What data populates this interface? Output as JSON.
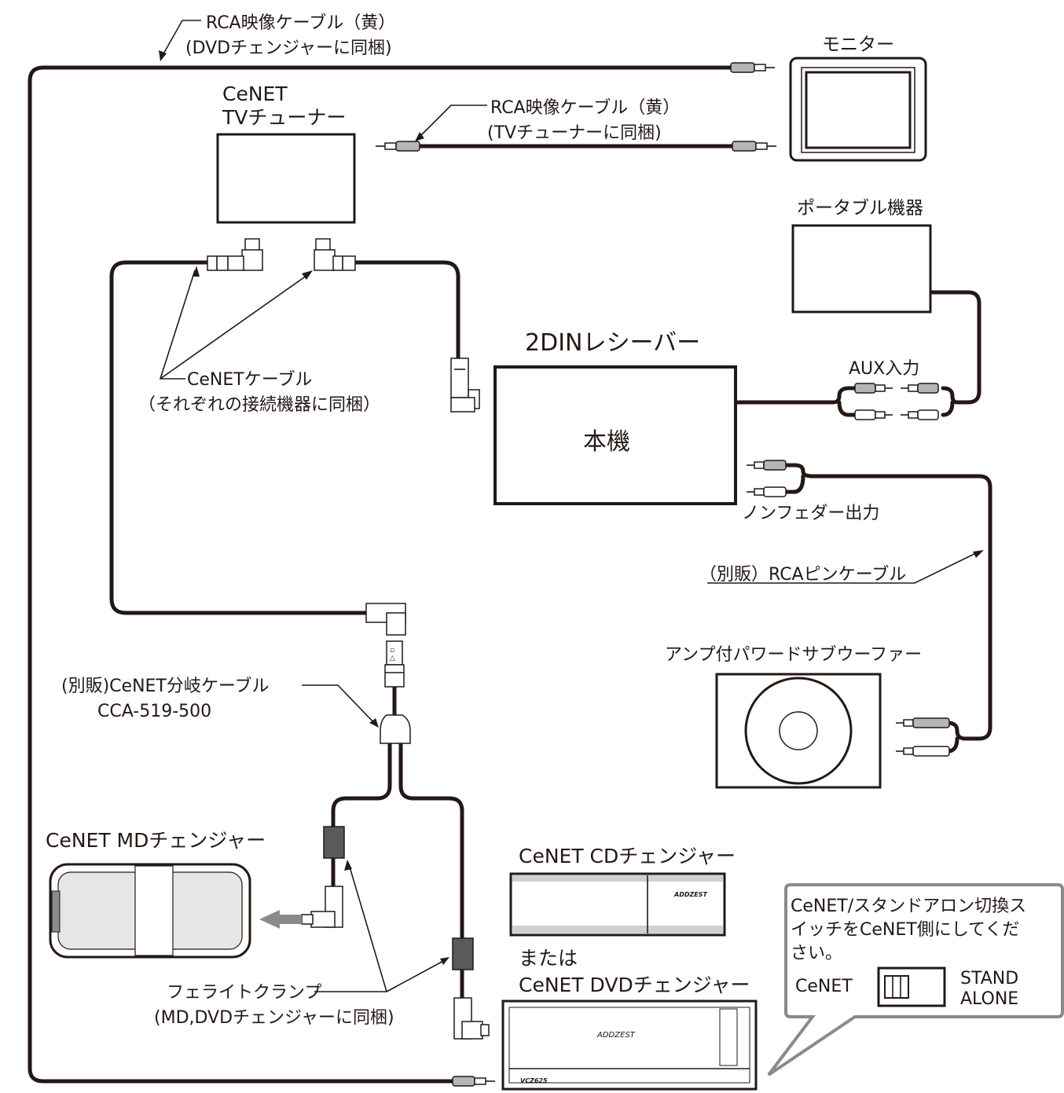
{
  "labels": {
    "rca_cable_top": "RCA映像ケーブル（黄）",
    "rca_cable_top_sub": "(DVDチェンジャーに同梱)",
    "monitor": "モニター",
    "tv_tuner_line1": "CeNET",
    "tv_tuner_line2": "TVチューナー",
    "rca_cable_tv": "RCA映像ケーブル（黄）",
    "rca_cable_tv_sub": "(TVチューナーに同梱)",
    "portable": "ポータブル機器",
    "receiver_title": "2DINレシーバー",
    "receiver_body": "本機",
    "aux": "AUX入力",
    "cenet_cable": "CeNETケーブル",
    "cenet_cable_sub": "（それぞれの接続機器に同梱）",
    "nonfader": "ノンフェダー出力",
    "rca_pin_cable": "（別販）RCAピンケーブル",
    "subwoofer": "アンプ付パワードサブウーファー",
    "branch_cable": "(別販)CeNET分岐ケーブル",
    "branch_model": "CCA-519-500",
    "md_changer": "CeNET MDチェンジャー",
    "cd_changer": "CeNET CDチェンジャー",
    "or": "または",
    "dvd_changer": "CeNET DVDチェンジャー",
    "ferrite": "フェライトクランプ",
    "ferrite_sub": "(MD,DVDチェンジャーに同梱)",
    "callout_line1": "CeNET/スタンドアロン切換ス",
    "callout_line2": "イッチをCeNET側にしてくだ",
    "callout_line3": "さい。",
    "switch_left": "CeNET",
    "switch_right_1": "STAND",
    "switch_right_2": "ALONE",
    "brand_cd": "ADDZEST",
    "brand_dvd": "ADDZEST",
    "dvd_model": "VCZ625"
  }
}
